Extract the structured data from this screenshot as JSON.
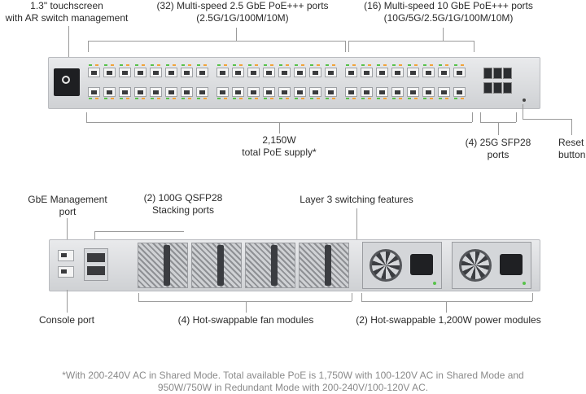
{
  "top": {
    "touchscreen": [
      "1.3\" touchscreen",
      "with AR switch management"
    ],
    "ports_25g": [
      "(32) Multi-speed 2.5 GbE PoE+++ ports",
      "(2.5G/1G/100M/10M)"
    ],
    "ports_10g": [
      "(16) Multi-speed 10 GbE PoE+++ ports",
      "(10G/5G/2.5G/1G/100M/10M)"
    ],
    "poe": [
      "2,150W",
      "total PoE supply*"
    ],
    "sfp28": [
      "(4) 25G SFP28",
      "ports"
    ],
    "reset": [
      "Reset",
      "button"
    ]
  },
  "bottom": {
    "gbe_mgmt": [
      "GbE Management",
      "port"
    ],
    "qsfp28": [
      "(2) 100G QSFP28",
      "Stacking ports"
    ],
    "layer3": "Layer 3 switching features",
    "console": "Console port",
    "fans": "(4) Hot-swappable fan modules",
    "power": "(2) Hot-swappable 1,200W power modules"
  },
  "footnote": [
    "*With 200-240V AC in Shared Mode. Total available PoE is 1,750W with 100-120V AC in Shared Mode and",
    "950W/750W in Redundant Mode with 200-240V/100-120V AC."
  ],
  "colors": {
    "led_green": "#58c24a",
    "led_orange": "#f0a33a",
    "chassis": "#dcdee1"
  }
}
